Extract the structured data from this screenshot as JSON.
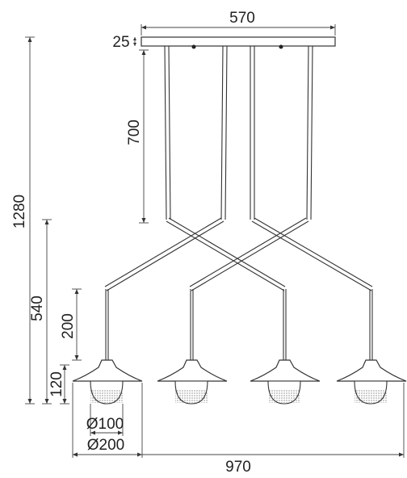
{
  "dimensions": {
    "canopy_width": "570",
    "canopy_height": "25",
    "cable_length": "700",
    "total_height": "1280",
    "lower_height": "540",
    "stem_height": "200",
    "shade_height": "120",
    "globe_diameter": "Ø100",
    "shade_diameter": "Ø200",
    "total_width": "970"
  }
}
